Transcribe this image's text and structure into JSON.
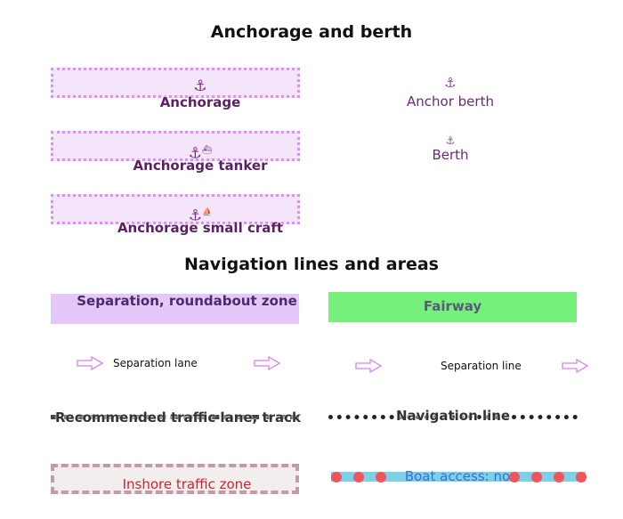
{
  "sections": {
    "anchorage_title": "Anchorage and berth",
    "navigation_title": "Navigation lines and areas"
  },
  "anchorage": {
    "anchorage": "Anchorage",
    "anchorage_tanker": "Anchorage tanker",
    "anchorage_small_craft": "Anchorage small craft",
    "anchor_berth": "Anchor berth",
    "berth": "Berth"
  },
  "navigation": {
    "separation_zone": "Separation, roundabout zone",
    "fairway": "Fairway",
    "separation_lane": "Separation lane",
    "separation_line": "Separation line",
    "recommended_track": "Recommended traffic lane, track",
    "navigation_line": "Navigation line",
    "inshore_zone": "Inshore traffic zone",
    "boat_access": "Boat access: no"
  },
  "icons": {
    "anchor": "anchor-icon",
    "arrow": "outline-arrow-icon"
  },
  "colors": {
    "anchorage_fill": "#f4e5fb",
    "anchorage_border": "#d494f0",
    "separation_zone": "#e5c8fa",
    "fairway": "#76f07a",
    "inshore_text": "#d81e2e",
    "boat_line": "#7ecfe8",
    "boat_dots": "#f2545b"
  }
}
